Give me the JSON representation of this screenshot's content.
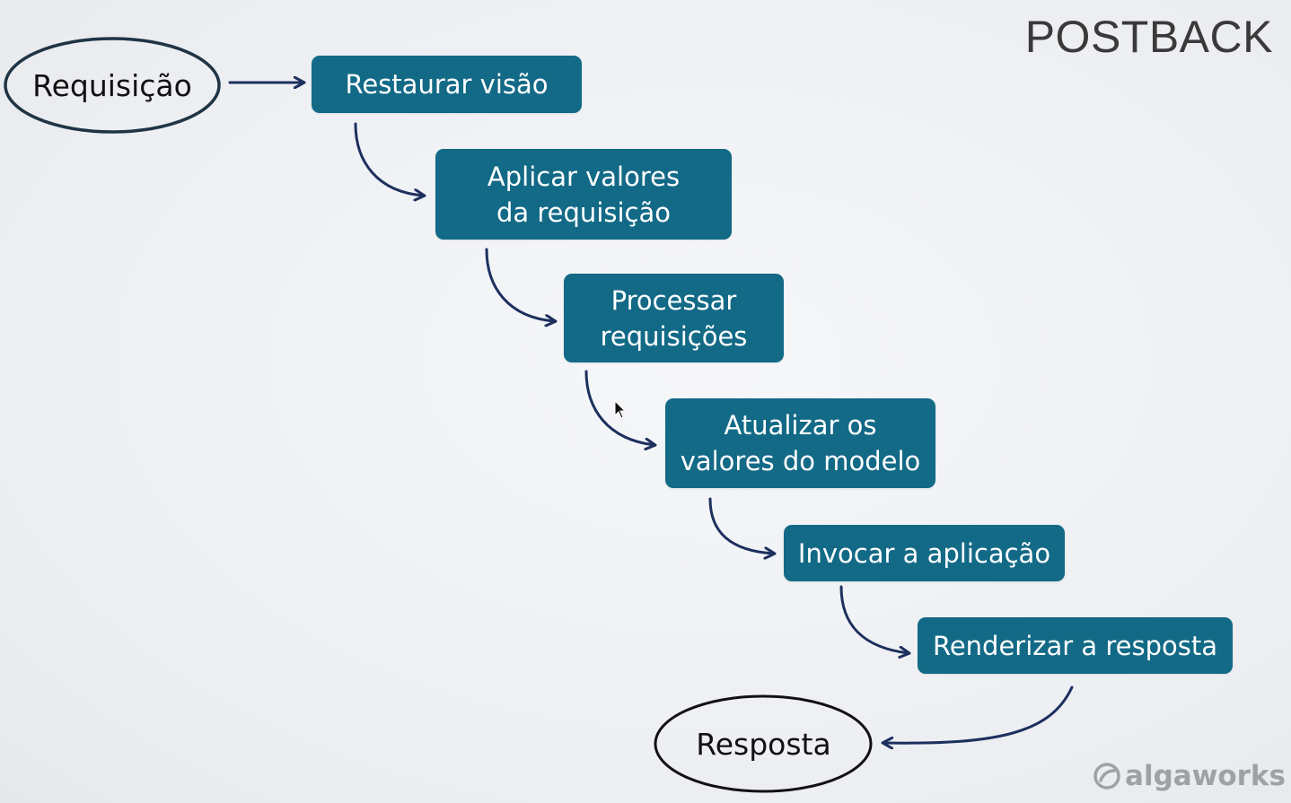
{
  "title": "POSTBACK",
  "start_node": "Requisição",
  "end_node": "Resposta",
  "steps": [
    "Restaurar visão",
    "Aplicar valores da requisição",
    "Processar requisições",
    "Atualizar os valores do modelo",
    "Invocar a aplicação",
    "Renderizar a resposta"
  ],
  "logo_text": "algaworks",
  "colors": {
    "box": "#136a87",
    "arrow": "#1d2f5e",
    "background": "#eceef2"
  }
}
